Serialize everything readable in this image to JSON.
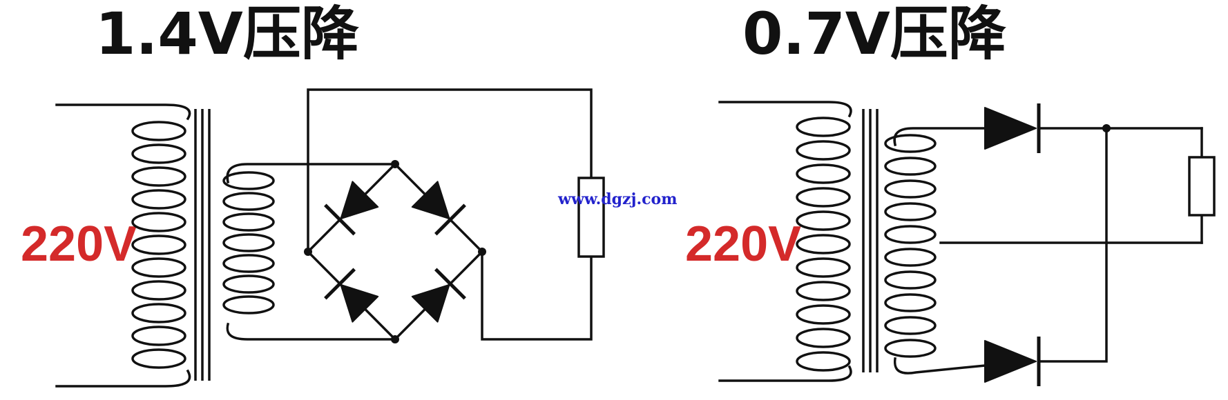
{
  "left_circuit": {
    "title": "1.4V压降",
    "input_voltage": "220V"
  },
  "right_circuit": {
    "title": "0.7V压降",
    "input_voltage": "220V"
  },
  "watermark": "www.dgzj.com",
  "colors": {
    "voltage_label": "#d42a2a",
    "watermark": "#2222cc",
    "line": "#111111"
  }
}
